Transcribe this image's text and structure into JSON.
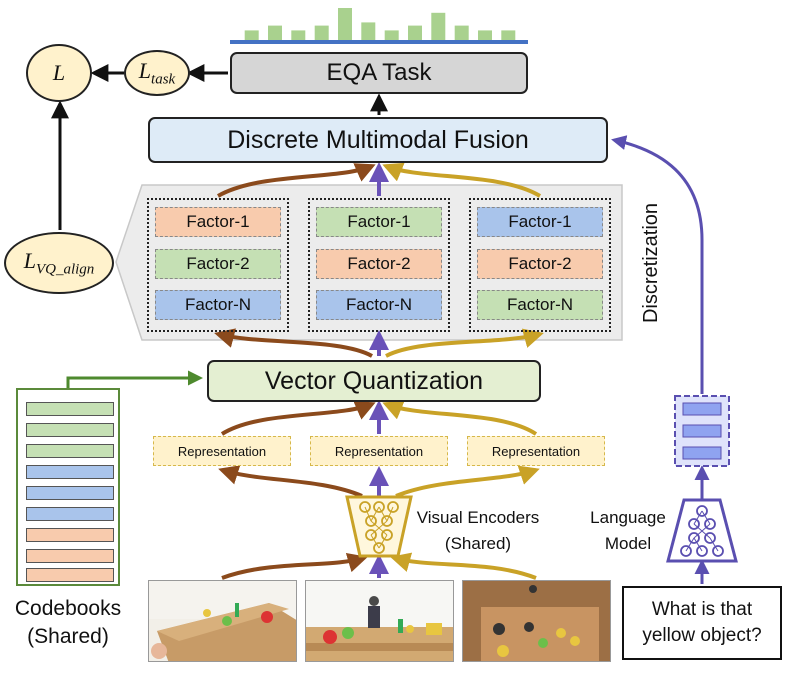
{
  "eqa_task": "EQA Task",
  "fusion": "Discrete Multimodal Fusion",
  "vector_quantization": "Vector Quantization",
  "discretization": "Discretization",
  "factor_columns": [
    {
      "factors": [
        {
          "label": "Factor-1",
          "color": "#f8cbad"
        },
        {
          "label": "Factor-2",
          "color": "#c5e0b4"
        },
        {
          "label": "Factor-N",
          "color": "#a9c4eb"
        }
      ]
    },
    {
      "factors": [
        {
          "label": "Factor-1",
          "color": "#c5e0b4"
        },
        {
          "label": "Factor-2",
          "color": "#f8cbad"
        },
        {
          "label": "Factor-N",
          "color": "#a9c4eb"
        }
      ]
    },
    {
      "factors": [
        {
          "label": "Factor-1",
          "color": "#a9c4eb"
        },
        {
          "label": "Factor-2",
          "color": "#f8cbad"
        },
        {
          "label": "Factor-N",
          "color": "#c5e0b4"
        }
      ]
    }
  ],
  "representation": [
    "Representation",
    "Representation",
    "Representation"
  ],
  "losses": {
    "total": {
      "main": "L",
      "sub": ""
    },
    "task": {
      "main": "L",
      "sub": "task"
    },
    "vq_align": {
      "main": "L",
      "sub": "VQ_align"
    }
  },
  "codebooks": {
    "line1": "Codebooks",
    "line2": "(Shared)"
  },
  "visual_encoders": {
    "line1": "Visual Encoders",
    "line2": "(Shared)"
  },
  "language_model": {
    "line1": "Language",
    "line2": "Model"
  },
  "question": "What is that yellow object?",
  "colors": {
    "brown": "#8b4a1c",
    "purple": "#6a52b8",
    "gold": "#c9a227",
    "green_arrow": "#4e8a2e",
    "blue_arrow": "#5a4fb0",
    "histogram": "#a9d18e",
    "histogram_base": "#4472c4"
  },
  "histogram_relative_heights": [
    0.3,
    0.45,
    0.3,
    0.45,
    1.0,
    0.55,
    0.3,
    0.45,
    0.85,
    0.45,
    0.3,
    0.3
  ]
}
